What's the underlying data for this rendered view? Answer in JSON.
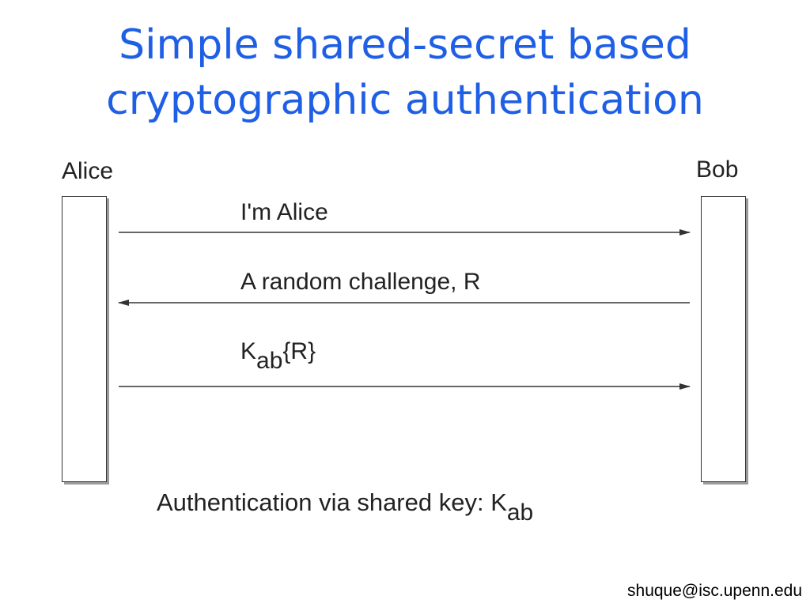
{
  "title": {
    "line1": "Simple shared-secret based",
    "line2": "cryptographic authentication"
  },
  "actors": {
    "left": "Alice",
    "right": "Bob"
  },
  "messages": [
    {
      "text": "I'm Alice",
      "direction": "left-to-right"
    },
    {
      "text": "A random challenge, R",
      "direction": "right-to-left"
    },
    {
      "text_main": "K",
      "text_sub": "ab",
      "text_tail": "{R}",
      "direction": "left-to-right"
    }
  ],
  "caption": {
    "text": "Authentication via shared key: K",
    "sub": "ab"
  },
  "footer": {
    "email": "shuque@isc.upenn.edu"
  },
  "colors": {
    "title": "#1f5fe6",
    "text": "#222222",
    "lines": "#333333"
  }
}
